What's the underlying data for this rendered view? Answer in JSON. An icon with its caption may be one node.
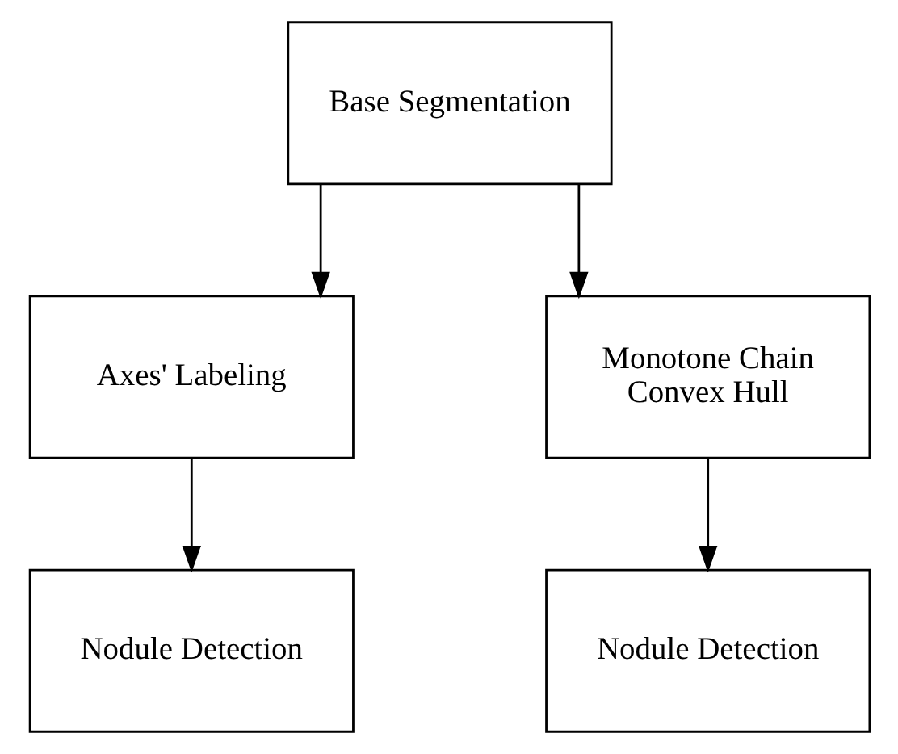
{
  "diagram": {
    "nodes": [
      {
        "text": [
          "Base Segmentation"
        ]
      },
      {
        "text": [
          "Axes' Labeling"
        ]
      },
      {
        "text": [
          "Monotone Chain Convex Hull"
        ]
      },
      {
        "text": [
          "Nodule Detection"
        ]
      },
      {
        "text": [
          "Nodule Detection"
        ]
      }
    ],
    "edges": [
      {
        "from": 0,
        "to": 1,
        "arrow": "to"
      },
      {
        "from": 0,
        "to": 2,
        "arrow": "to"
      },
      {
        "from": 1,
        "to": 3,
        "arrow": "to"
      },
      {
        "from": 2,
        "to": 4,
        "arrow": "to"
      }
    ]
  }
}
